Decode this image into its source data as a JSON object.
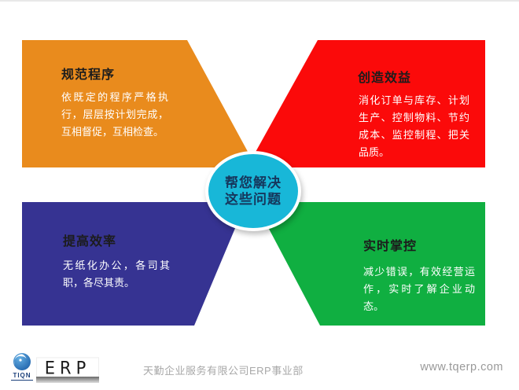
{
  "page": {
    "background": "#ffffff",
    "top_line_color": "#e8e8e8"
  },
  "center": {
    "label_line1": "帮您解决",
    "label_line2": "这些问题",
    "fill_color": "#18b7d8",
    "text_color": "#16365c"
  },
  "quadrants": [
    {
      "position": "top-left",
      "title": "规范程序",
      "body": "依既定的程序严格执行，层层按计划完成，互相督促，互相检查。",
      "color": "#e98b1d",
      "title_color": "#1c1c1c",
      "body_color": "#ffffff"
    },
    {
      "position": "top-right",
      "title": "创造效益",
      "body": "消化订单与库存、计划生产、控制物料、节约成本、监控制程、把关品质。",
      "color": "#fb0a0a",
      "title_color": "#1c1c1c",
      "body_color": "#ffffff"
    },
    {
      "position": "bottom-left",
      "title": "提高效率",
      "body": "无纸化办公，各司其职，各尽其责。",
      "color": "#363392",
      "title_color": "#1c1c1c",
      "body_color": "#ffffff"
    },
    {
      "position": "bottom-right",
      "title": "实时掌控",
      "body": "减少错误，有效经营运作，实时了解企业动态。",
      "color": "#10af41",
      "title_color": "#1c1c1c",
      "body_color": "#ffffff"
    }
  ],
  "footer": {
    "logo_label": "TIQN",
    "logo_brand": "ERP",
    "company": "天勤企业服务有限公司ERP事业部",
    "website": "www.tqerp.com"
  }
}
